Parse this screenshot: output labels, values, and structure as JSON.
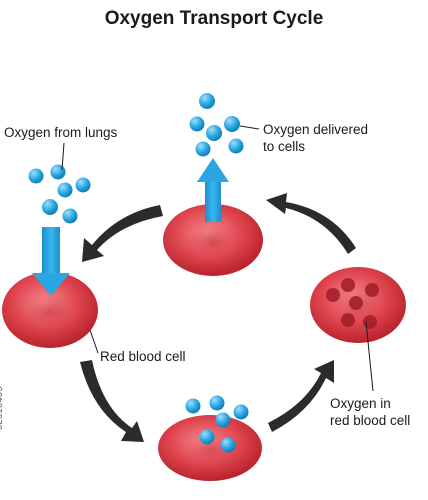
{
  "title": "Oxygen Transport Cycle",
  "labels": {
    "oxygen_from_lungs": "Oxygen from lungs",
    "oxygen_delivered_1": "Oxygen delivered",
    "oxygen_delivered_2": "to cells",
    "red_blood_cell": "Red blood cell",
    "oxygen_in_1": "Oxygen in",
    "oxygen_in_2": "red blood cell"
  },
  "image_id": "62610405",
  "colors": {
    "oxygen": "#2aa6e0",
    "cell": "#e04650",
    "arrow": "#2b2b2b"
  }
}
